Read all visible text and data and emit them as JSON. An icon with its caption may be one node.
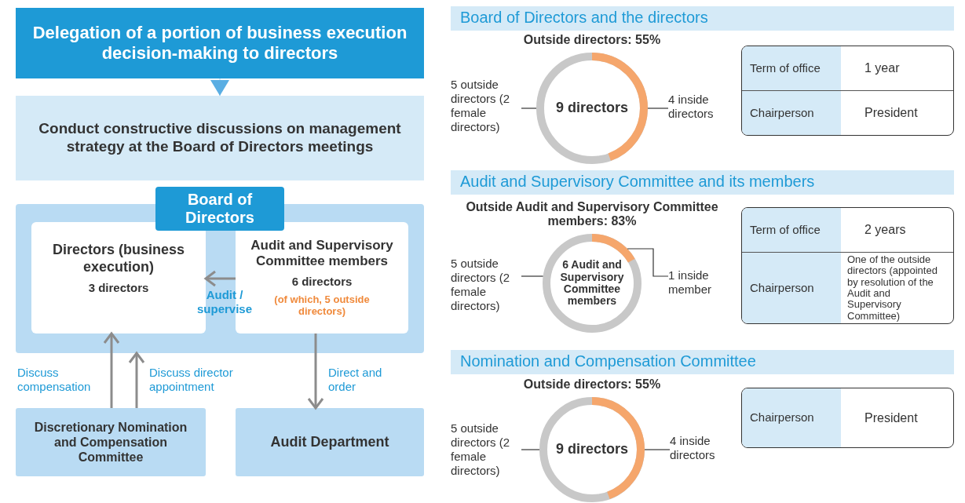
{
  "diagram": {
    "nodes": [
      {
        "text": [
          "Delegation of a portion of business execution decision-making to directors"
        ]
      },
      {
        "text": [
          "Conduct constructive discussions on management strategy at the Board of Directors meetings"
        ]
      },
      {
        "text": [
          "Board of Directors"
        ]
      },
      {
        "text": [
          "Directors (business execution)",
          "3 directors"
        ],
        "in": 2
      },
      {
        "text": [
          "Audit and Supervisory Committee members",
          "6 directors",
          "(of which, 5 outside directors)"
        ],
        "in": 2
      },
      {
        "text": [
          "Discretionary Nomination and Compensation Committee"
        ]
      },
      {
        "text": [
          "Audit Department"
        ]
      },
      {
        "text": [
          "Board of Directors and the directors"
        ]
      },
      {
        "text": [
          "9 directors"
        ]
      },
      {
        "text": [
          "5 outside directors (2 female directors)"
        ]
      },
      {
        "text": [
          "4 inside directors"
        ]
      },
      {
        "text": [
          "Audit and Supervisory Committee and its members"
        ]
      },
      {
        "text": [
          "6 Audit and Supervisory Committee members"
        ]
      },
      {
        "text": [
          "5 outside directors (2 female directors)"
        ]
      },
      {
        "text": [
          "1 inside member"
        ]
      },
      {
        "text": [
          "Nomination and Compensation Committee"
        ]
      },
      {
        "text": [
          "9 directors"
        ]
      },
      {
        "text": [
          "5 outside directors (2 female directors)"
        ]
      },
      {
        "text": [
          "4 inside directors"
        ]
      }
    ],
    "edges": [
      {
        "from": 0,
        "to": 1,
        "arrow": "to",
        "color": "#5aaee3"
      },
      {
        "from": 4,
        "to": 3,
        "arrow": "to",
        "label": "Audit / supervise",
        "color": "#8c8c8c"
      },
      {
        "from": 5,
        "to": 3,
        "arrow": "to",
        "label": "Discuss compensation",
        "color": "#8c8c8c"
      },
      {
        "from": 5,
        "to": 2,
        "arrow": "to",
        "label": "Discuss director appointment",
        "color": "#8c8c8c"
      },
      {
        "from": 4,
        "to": 6,
        "arrow": "to",
        "label": "Direct and order",
        "color": "#8c8c8c"
      },
      {
        "from": 9,
        "to": 8,
        "arrow": "none"
      },
      {
        "from": 10,
        "to": 8,
        "arrow": "none"
      },
      {
        "from": 13,
        "to": 12,
        "arrow": "none"
      },
      {
        "from": 14,
        "to": 12,
        "arrow": "none"
      },
      {
        "from": 17,
        "to": 16,
        "arrow": "none"
      },
      {
        "from": 18,
        "to": 16,
        "arrow": "none"
      }
    ],
    "labels": [
      "Outside directors: 55%",
      "Term of office",
      "1 year",
      "Chairperson",
      "President",
      "Outside Audit and Supervisory Committee members: 83%",
      "Term of office",
      "2 years",
      "Chairperson",
      "One of the outside directors (appointed by resolution of the Audit and Supervisory Committee)",
      "Outside directors: 55%",
      "Chairperson",
      "President"
    ]
  }
}
